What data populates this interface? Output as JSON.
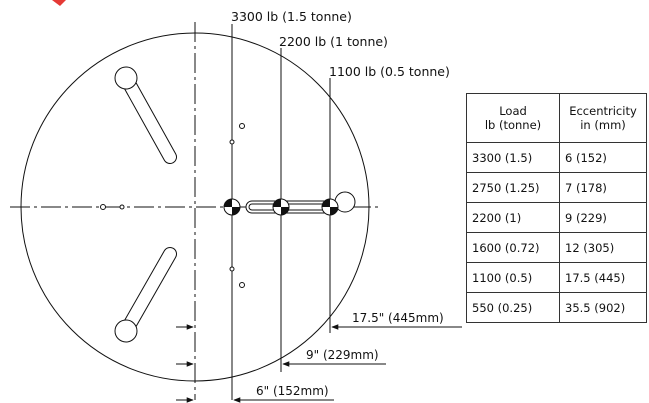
{
  "labels": {
    "top_3300": "3300 lb (1.5 tonne)",
    "top_2200": "2200 lb (1 tonne)",
    "top_1100": "1100 lb (0.5 tonne)",
    "dim_17_5": "17.5\" (445mm)",
    "dim_9": "9\" (229mm)",
    "dim_6": "6\" (152mm)"
  },
  "table": {
    "header_load_line1": "Load",
    "header_load_line2": "lb (tonne)",
    "header_ecc_line1": "Eccentricity",
    "header_ecc_line2": "in (mm)",
    "rows": [
      {
        "load": "3300 (1.5)",
        "ecc": "6 (152)"
      },
      {
        "load": "2750 (1.25)",
        "ecc": "7 (178)"
      },
      {
        "load": "2200 (1)",
        "ecc": "9 (229)"
      },
      {
        "load": "1600 (0.72)",
        "ecc": "12 (305)"
      },
      {
        "load": "1100 (0.5)",
        "ecc": "17.5 (445)"
      },
      {
        "load": "550 (0.25)",
        "ecc": "35.5 (902)"
      }
    ]
  },
  "colors": {
    "accent_red": "#e53935",
    "line": "#111111"
  }
}
